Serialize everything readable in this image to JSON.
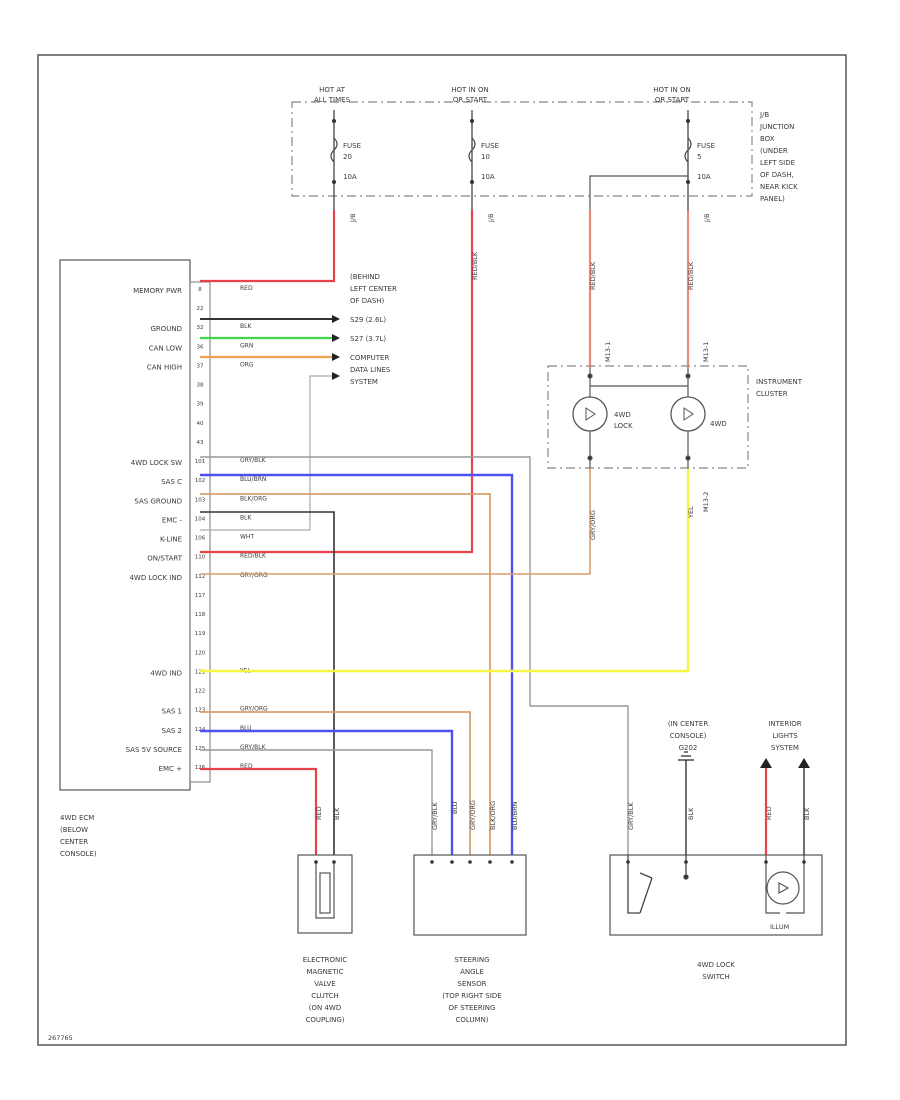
{
  "hot_labels": {
    "hot_at_all_times": [
      "HOT AT",
      "ALL TIMES"
    ],
    "hot_in_on_start": [
      "HOT IN ON",
      "OR START"
    ],
    "hot_in_on_only": [
      "HOT IN ON",
      "OR START"
    ]
  },
  "fuses": {
    "fuse_20": [
      "FUSE",
      "20",
      "10A"
    ],
    "fuse_10": [
      "FUSE",
      "10",
      "10A"
    ],
    "fuse_5": [
      "FUSE",
      "5",
      "10A"
    ]
  },
  "junction_box_label": [
    "J/B",
    "JUNCTION",
    "BOX",
    "(UNDER",
    "LEFT SIDE",
    "OF DASH,",
    "NEAR KICK",
    "PANEL)"
  ],
  "module_pins": [
    {
      "label": "MEMORY PWR",
      "pin": "8",
      "wire": "RED"
    },
    {
      "label": "",
      "pin": "22",
      "wire": ""
    },
    {
      "label": "GROUND",
      "pin": "32",
      "wire": "BLK"
    },
    {
      "label": "CAN LOW",
      "pin": "36",
      "wire": "GRN"
    },
    {
      "label": "CAN HIGH",
      "pin": "37",
      "wire": "ORG"
    },
    {
      "label": "",
      "pin": "38",
      "wire": ""
    },
    {
      "label": "",
      "pin": "39",
      "wire": ""
    },
    {
      "label": "",
      "pin": "40",
      "wire": ""
    },
    {
      "label": "",
      "pin": "43",
      "wire": ""
    },
    {
      "label": "4WD LOCK SW",
      "pin": "101",
      "wire": "GRY/BLK"
    },
    {
      "label": "SAS C",
      "pin": "102",
      "wire": "BLU/BRN"
    },
    {
      "label": "SAS GROUND",
      "pin": "103",
      "wire": "BLK/ORG"
    },
    {
      "label": "EMC -",
      "pin": "104",
      "wire": "BLK"
    },
    {
      "label": "K-LINE",
      "pin": "106",
      "wire": "WHT"
    },
    {
      "label": "ON/START",
      "pin": "110",
      "wire": "RED/BLK"
    },
    {
      "label": "4WD LOCK IND",
      "pin": "112",
      "wire": "GRY/ORG"
    },
    {
      "label": "",
      "pin": "117",
      "wire": ""
    },
    {
      "label": "",
      "pin": "118",
      "wire": ""
    },
    {
      "label": "",
      "pin": "119",
      "wire": ""
    },
    {
      "label": "",
      "pin": "120",
      "wire": ""
    },
    {
      "label": "4WD IND",
      "pin": "121",
      "wire": "YEL"
    },
    {
      "label": "",
      "pin": "122",
      "wire": ""
    },
    {
      "label": "SAS 1",
      "pin": "123",
      "wire": "GRY/ORG"
    },
    {
      "label": "SAS 2",
      "pin": "124",
      "wire": "BLU"
    },
    {
      "label": "SAS 5V SOURCE",
      "pin": "125",
      "wire": "GRY/BLK"
    },
    {
      "label": "EMC +",
      "pin": "126",
      "wire": "RED"
    }
  ],
  "module_label": [
    "4WD ECM",
    "(BELOW",
    "CENTER",
    "CONSOLE)"
  ],
  "data_bus_label": [
    "(BEHIND",
    "LEFT CENTER",
    "OF DASH)",
    "S29 (2.6L)",
    "S27 (3.7L)",
    "COMPUTER",
    "DATA LINES",
    "SYSTEM"
  ],
  "cluster": {
    "label": [
      "INSTRUMENT",
      "CLUSTER"
    ],
    "lamp_4wd_lock": [
      "4WD",
      "LOCK"
    ],
    "lamp_4wd": [
      "4WD"
    ]
  },
  "vertical_wire_labels": {
    "red_from_fuse20": "RED",
    "redblk_from_fuse10": "RED/BLK",
    "redblk_to_cluster": "RED/BLK",
    "redblk_from_fuse5": "RED/BLK",
    "gryorg_cluster": "GRY/ORG",
    "yel_cluster": "YEL",
    "valve_red": "RED",
    "valve_blk": "BLK",
    "sas_gryblk": "GRY/BLK",
    "sas_gryorg": "GRY/ORG",
    "sas_blkorg": "BLK/ORG",
    "sas_blubrn": "BLU/BRN",
    "sas_blu": "BLU",
    "switch_gryblk": "GRY/BLK",
    "switch_blk": "BLK",
    "switch_red": "RED",
    "switch_blk2": "BLK"
  },
  "connector_refs": {
    "fuse20": "J/B",
    "fuse10": "J/B",
    "fuse5": "J/B",
    "cluster_a": "M13-1",
    "cluster_b": "M13-1",
    "cluster_c": "M13-2"
  },
  "ground_label": [
    "(IN CENTER",
    "CONSOLE)",
    "G202"
  ],
  "interior_lights_label": [
    "INTERIOR",
    "LIGHTS",
    "SYSTEM"
  ],
  "valve_label": [
    "ELECTRONIC",
    "MAGNETIC",
    "VALVE",
    "CLUTCH",
    "(ON 4WD",
    "COUPLING)"
  ],
  "sas_label": [
    "STEERING",
    "ANGLE",
    "SENSOR",
    "(TOP RIGHT SIDE",
    "OF STEERING",
    "COLUMN)"
  ],
  "switch_label": [
    "4WD LOCK",
    "SWITCH"
  ],
  "illum_label": "ILLUM",
  "corner_id": "267765"
}
